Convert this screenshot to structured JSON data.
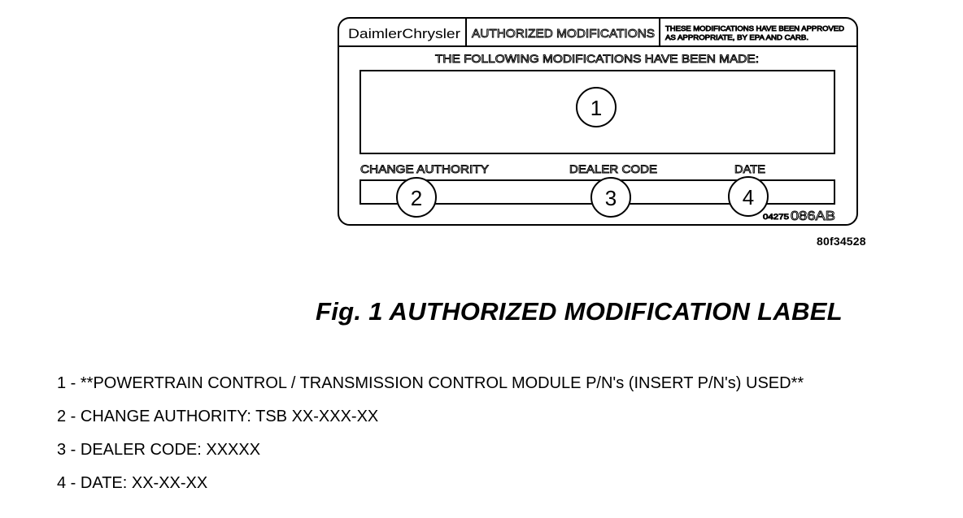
{
  "label": {
    "brand": "DaimlerChrysler",
    "title": "AUTHORIZED MODIFICATIONS",
    "approval_note_line1": "THESE MODIFICATIONS HAVE BEEN APPROVED",
    "approval_note_line2": "AS APPROPRIATE, BY EPA AND CARB.",
    "instruction": "THE FOLLOWING MODIFICATIONS HAVE BEEN MADE:",
    "field_change_authority": "CHANGE AUTHORITY",
    "field_dealer_code": "DEALER CODE",
    "field_date": "DATE",
    "part_number_small": "04275",
    "part_number_large": "086AB",
    "callouts": [
      "1",
      "2",
      "3",
      "4"
    ]
  },
  "figure": {
    "id": "80f34528",
    "caption": "Fig. 1 AUTHORIZED MODIFICATION LABEL"
  },
  "legend": [
    "1 - **POWERTRAIN CONTROL / TRANSMISSION CONTROL MODULE P/N's (INSERT P/N's) USED**",
    "2 - CHANGE AUTHORITY: TSB XX-XXX-XX",
    "3 - DEALER CODE: XXXXX",
    "4 - DATE: XX-XX-XX"
  ]
}
